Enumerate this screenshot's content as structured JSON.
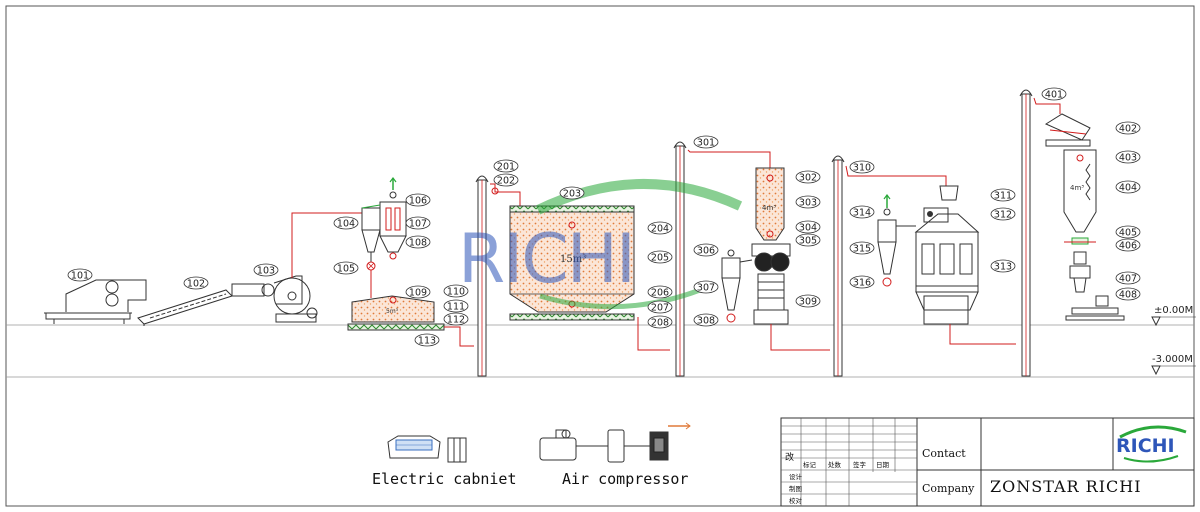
{
  "watermark": {
    "brand": "RICHI",
    "color_blue": "#2e56b9",
    "color_green": "#2aa83a"
  },
  "levels": {
    "ground": "±0.00M",
    "pit": "-3.000M"
  },
  "tags": {
    "t101": "101",
    "t102": "102",
    "t103": "103",
    "t104": "104",
    "t105": "105",
    "t106": "106",
    "t107": "107",
    "t108": "108",
    "t109": "109",
    "t110": "110",
    "t111": "111",
    "t112": "112",
    "t113": "113",
    "t201": "201",
    "t202": "202",
    "t203": "203",
    "t204": "204",
    "t205": "205",
    "t206": "206",
    "t207": "207",
    "t208": "208",
    "t301": "301",
    "t302": "302",
    "t303": "303",
    "t304": "304",
    "t305": "305",
    "t306": "306",
    "t307": "307",
    "t308": "308",
    "t309": "309",
    "t310": "310",
    "t311": "311",
    "t312": "312",
    "t313": "313",
    "t314": "314",
    "t315": "315",
    "t316": "316",
    "t401": "401",
    "t402": "402",
    "t403": "403",
    "t404": "404",
    "t405": "405",
    "t406": "406",
    "t407": "407",
    "t408": "408"
  },
  "bin_volumes": {
    "bin109": "5m³",
    "bin203": "15m³",
    "bin303": "4m³",
    "bin404": "4m³"
  },
  "captions": {
    "electric_cabinet": "Electric cabniet",
    "air_compressor": "Air compressor"
  },
  "title_block": {
    "contact_label": "Contact",
    "company_label": "Company",
    "company_name": "ZONSTAR RICHI",
    "rev_mark": "改",
    "header_row": [
      "标记",
      "处数",
      "签字",
      "日期"
    ],
    "row_labels": [
      "设计",
      "制图",
      "校对"
    ],
    "logo": "RICHI"
  }
}
